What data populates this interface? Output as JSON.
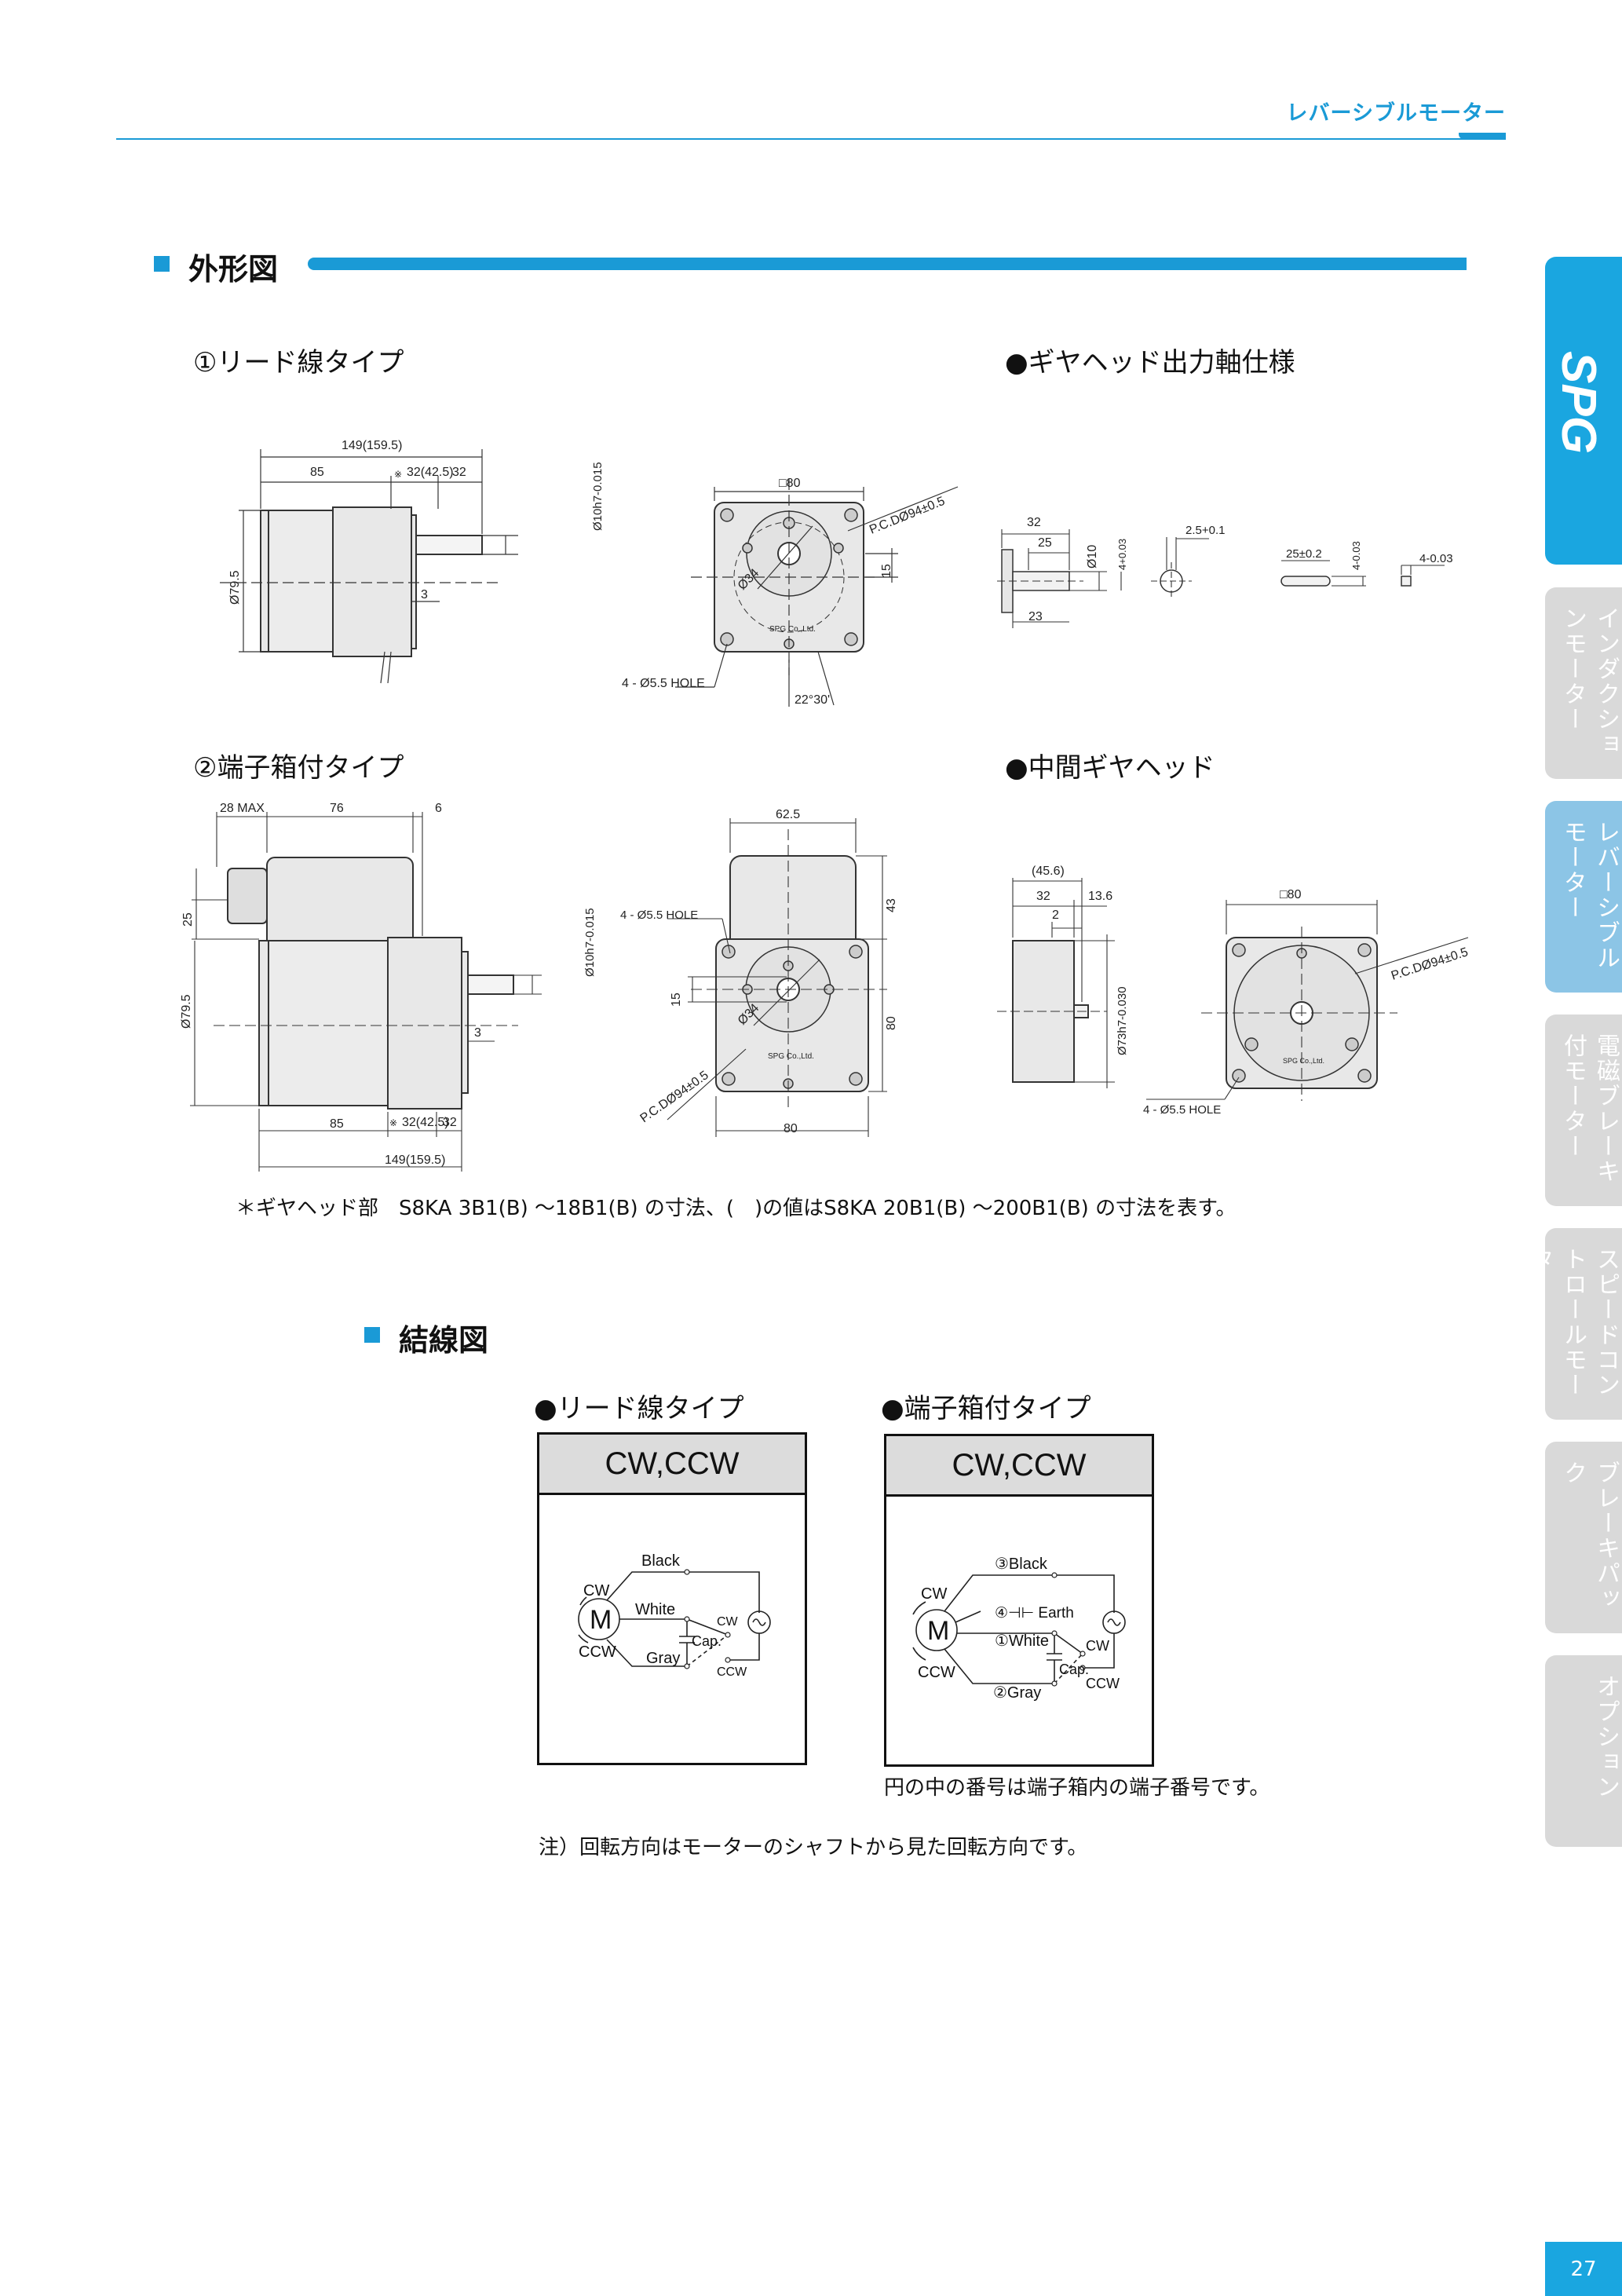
{
  "header": {
    "section": "レバーシブルモーター"
  },
  "outline": {
    "title": "外形図",
    "lead_type": "①リード線タイプ",
    "terminal_type": "②端子箱付タイプ",
    "gear_shaft": "●ギヤヘッド出力軸仕様",
    "mid_gear": "●中間ギヤヘッド",
    "footnote": "＊ギヤヘッド部　S8KA 3B1(B) ～18B1(B) の寸法、(　)の値はS8KA 20B1(B) ～200B1(B) の寸法を表す。"
  },
  "dims": {
    "d1": "149(159.5)",
    "d2": "85",
    "d3": "※",
    "d4": "32(42.5)",
    "d5": "32",
    "d6": "Ø10h7-0.015",
    "d7": "Ø79.5",
    "d8": "3",
    "d9": "□80",
    "d10": "P.C.DØ94±0.5",
    "d11": "Ø34",
    "d12": "15",
    "d13": "SPG Co.,Ltd.",
    "d14": "4 - Ø5.5 HOLE",
    "d15": "22°30'",
    "d16": "32",
    "d17": "25",
    "d18": "Ø10",
    "d19": "4+0.03",
    "d20": "2.5+0.1",
    "d21": "23",
    "d22": "25±0.2",
    "d23": "4-0.03",
    "d24": "4-0.03",
    "d25": "28 MAX",
    "d26": "76",
    "d27": "6",
    "d28": "25",
    "d29": "62.5",
    "d30": "43",
    "d31": "80",
    "d32": "80",
    "d33": "(45.6)",
    "d34": "13.6",
    "d35": "2",
    "d36": "Ø73h7-0.030",
    "d37": "4 - Ø5.5 HOLE",
    "d38": "P.C.DØ94±0.5"
  },
  "wiring": {
    "title": "結線図",
    "lead_label": "●リード線タイプ",
    "terminal_label": "●端子箱付タイプ",
    "header": "CW,CCW",
    "lead": {
      "black": "Black",
      "white": "White",
      "gray": "Gray",
      "cw": "CW",
      "ccw": "CCW",
      "cap": "Cap.",
      "m": "M"
    },
    "terminal": {
      "black": "③Black",
      "earth": "④⊣⊢ Earth",
      "white": "①White",
      "gray": "②Gray",
      "cw": "CW",
      "ccw": "CCW",
      "cap": "Cap.",
      "m": "M"
    },
    "terminal_note": "円の中の番号は端子箱内の端子番号です。",
    "note": "注）回転方向はモーターのシャフトから見た回転方向です。"
  },
  "side_tabs": [
    {
      "label": "インダクションモーター"
    },
    {
      "label": "レバーシブルモーター"
    },
    {
      "label": "電磁ブレーキ付モーター"
    },
    {
      "label": "スピードコントロールモーター"
    },
    {
      "label": "ブレーキパック"
    },
    {
      "label": "オプション"
    }
  ],
  "brand": "SPG",
  "page_number": "27",
  "colors": {
    "accent": "#1a9ad6",
    "tab_gray": "#d9d9d9",
    "tab_active": "#8cc5e6"
  }
}
